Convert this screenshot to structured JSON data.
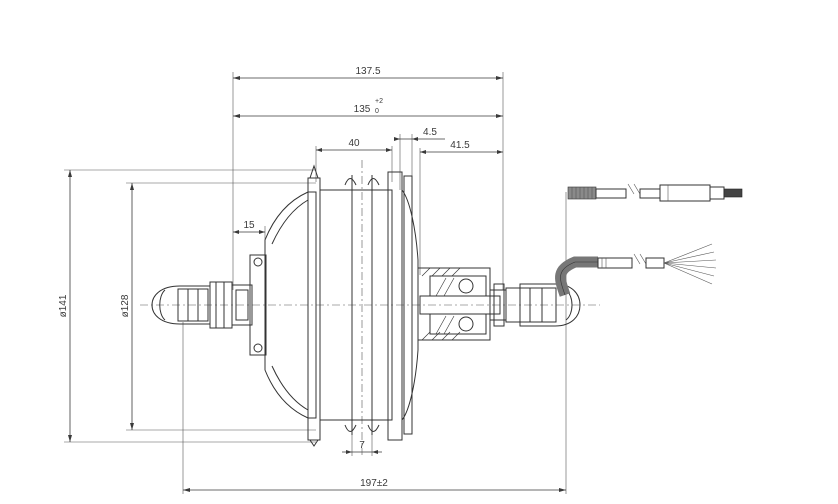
{
  "drawing": {
    "dimensions": {
      "overall_width": "137.5",
      "inner_width_base": "135",
      "inner_width_tol_upper": "+2",
      "inner_width_tol_lower": "0",
      "axle_left_offset": "15",
      "rim_width": "40",
      "disc_gap": "4.5",
      "right_offset": "41.5",
      "diameter_outer": "ø141",
      "diameter_inner": "ø128",
      "spoke_flange": "7",
      "axle_length": "197±2"
    },
    "colors": {
      "line": "#3a3a3a",
      "cable": "#777777",
      "background": "#ffffff"
    }
  }
}
